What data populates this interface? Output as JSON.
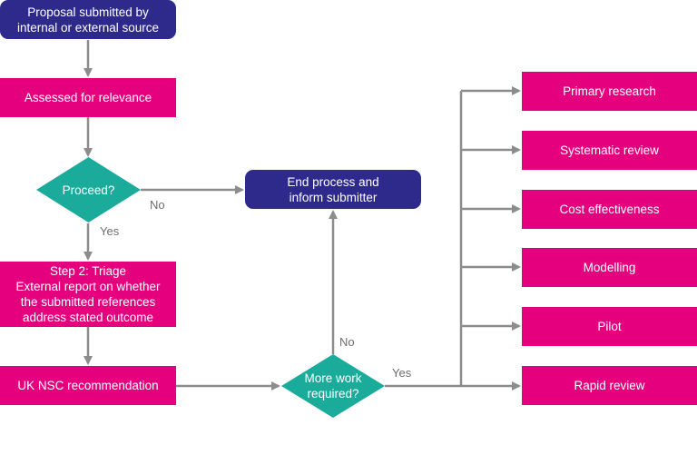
{
  "colors": {
    "process": "#e5007e",
    "terminal": "#2e2a8c",
    "decision": "#1aab9b",
    "connector": "#8c8c8c",
    "label": "#6e6e6e"
  },
  "nodes": {
    "proposal": "Proposal submitted by\ninternal or external source",
    "relevance": "Assessed for relevance",
    "proceed": "Proceed?",
    "end": "End process and\ninform submitter",
    "triage": "Step 2: Triage\nExternal report on whether\nthe submitted references\naddress stated outcome",
    "recommendation": "UK NSC recommendation",
    "more_work": "More work\nrequired?"
  },
  "outcomes": [
    "Primary research",
    "Systematic review",
    "Cost effectiveness",
    "Modelling",
    "Pilot",
    "Rapid review"
  ],
  "edge_labels": {
    "proceed_no": "No",
    "proceed_yes": "Yes",
    "more_work_no": "No",
    "more_work_yes": "Yes"
  }
}
